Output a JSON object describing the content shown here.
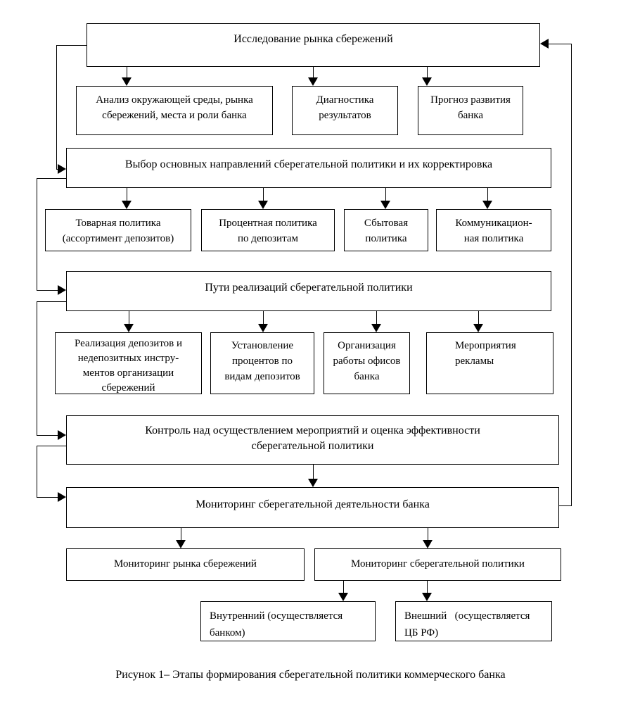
{
  "diagram": {
    "colors": {
      "line": "#000000",
      "background": "#ffffff",
      "text": "#000000"
    },
    "caption": "Рисунок 1– Этапы формирования сберегательной политики коммерческого банка",
    "nodes": {
      "research": {
        "label": "Исследование рынка сбережений"
      },
      "analysis": {
        "label": "Анализ окружающей среды, рынка\nсбережений, места и роли банка"
      },
      "diagnostics": {
        "label": "Диагностика\nрезультатов"
      },
      "forecast": {
        "label": "Прогноз развития\nбанка"
      },
      "directions": {
        "label": "Выбор основных направлений сберегательной политики и их корректировка"
      },
      "product_policy": {
        "label": "Товарная политика\n(ассортимент депозитов)"
      },
      "interest_policy": {
        "label": "Процентная политика\nпо депозитам"
      },
      "sales_policy": {
        "label": "Сбытовая\nполитика"
      },
      "communication_policy": {
        "label": "Коммуникацион-\nная политика"
      },
      "ways": {
        "label": "Пути реализаций сберегательной политики"
      },
      "deposit_realization": {
        "label": "Реализация депозитов и\nнедепозитных инстру-\nментов организации\nсбережений"
      },
      "rate_setting": {
        "label": "Установление\nпроцентов по\nвидам депозитов"
      },
      "office_organization": {
        "label": "Организация\nработы офисов\nбанка"
      },
      "advertising": {
        "label": "Мероприятия\nрекламы"
      },
      "control": {
        "label": "Контроль над осуществлением мероприятий и оценка эффективности\nсберегательной политики"
      },
      "monitoring": {
        "label": "Мониторинг сберегательной деятельности банка"
      },
      "monitoring_market": {
        "label": "Мониторинг рынка сбережений"
      },
      "monitoring_policy": {
        "label": "Мониторинг сберегательной политики"
      },
      "internal": {
        "label": "Внутренний (осуществляется\nбанком)"
      },
      "external": {
        "label": "Внешний   (осуществляется\nЦБ РФ)"
      }
    }
  }
}
